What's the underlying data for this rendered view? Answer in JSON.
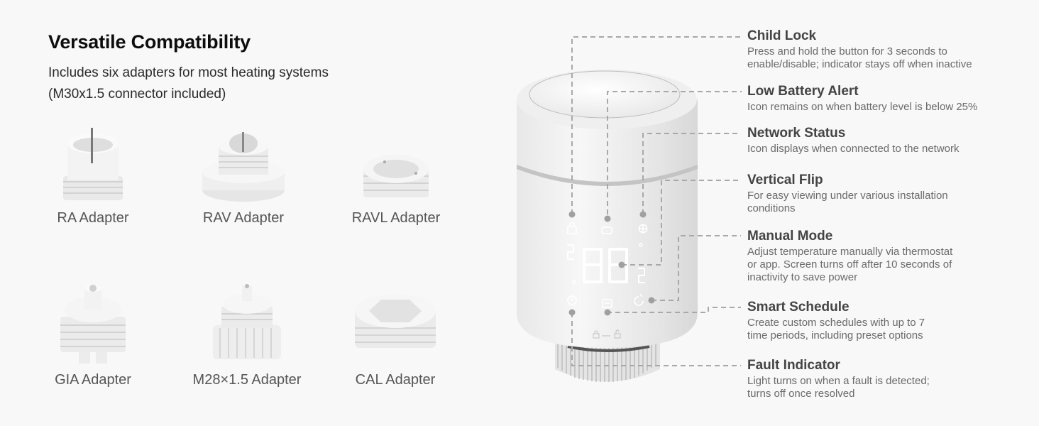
{
  "header": {
    "title": "Versatile Compatibility",
    "subtitle_line1": "Includes six adapters for most heating systems",
    "subtitle_line2": "(M30x1.5 connector included)"
  },
  "adapters": [
    {
      "label": "RA Adapter",
      "icon": "ra-adapter-image"
    },
    {
      "label": "RAV Adapter",
      "icon": "rav-adapter-image"
    },
    {
      "label": "RAVL Adapter",
      "icon": "ravl-adapter-image"
    },
    {
      "label": "GIA Adapter",
      "icon": "gia-adapter-image"
    },
    {
      "label": "M28×1.5 Adapter",
      "icon": "m28-adapter-image"
    },
    {
      "label": "CAL Adapter",
      "icon": "cal-adapter-image"
    }
  ],
  "features": [
    {
      "title": "Child Lock",
      "desc_lines": [
        "Press and hold the button for 3 seconds to",
        "enable/disable; indicator stays off when inactive"
      ],
      "icon": "lock-icon"
    },
    {
      "title": "Low Battery Alert",
      "desc_lines": [
        "Icon remains on when battery level is below 25%"
      ],
      "icon": "battery-icon"
    },
    {
      "title": "Network Status",
      "desc_lines": [
        "Icon displays when connected to the network"
      ],
      "icon": "globe-icon"
    },
    {
      "title": "Vertical Flip",
      "desc_lines": [
        "For easy viewing under various installation",
        "conditions"
      ],
      "icon": "display-digits"
    },
    {
      "title": "Manual Mode",
      "desc_lines": [
        "Adjust temperature manually via thermostat",
        "or app. Screen turns off after 10 seconds of",
        "inactivity to save power"
      ],
      "icon": "hand-icon"
    },
    {
      "title": "Smart Schedule",
      "desc_lines": [
        "Create custom schedules with up to 7",
        "time periods, including preset options"
      ],
      "icon": "calendar-icon"
    },
    {
      "title": "Fault Indicator",
      "desc_lines": [
        "Light turns on when a fault is detected;",
        "turns off once resolved"
      ],
      "icon": "alert-icon"
    }
  ],
  "device": {
    "display_digits": "88",
    "colors": {
      "body": "#ececec",
      "line": "#a8a8a8",
      "dot": "#a0a0a0"
    }
  }
}
